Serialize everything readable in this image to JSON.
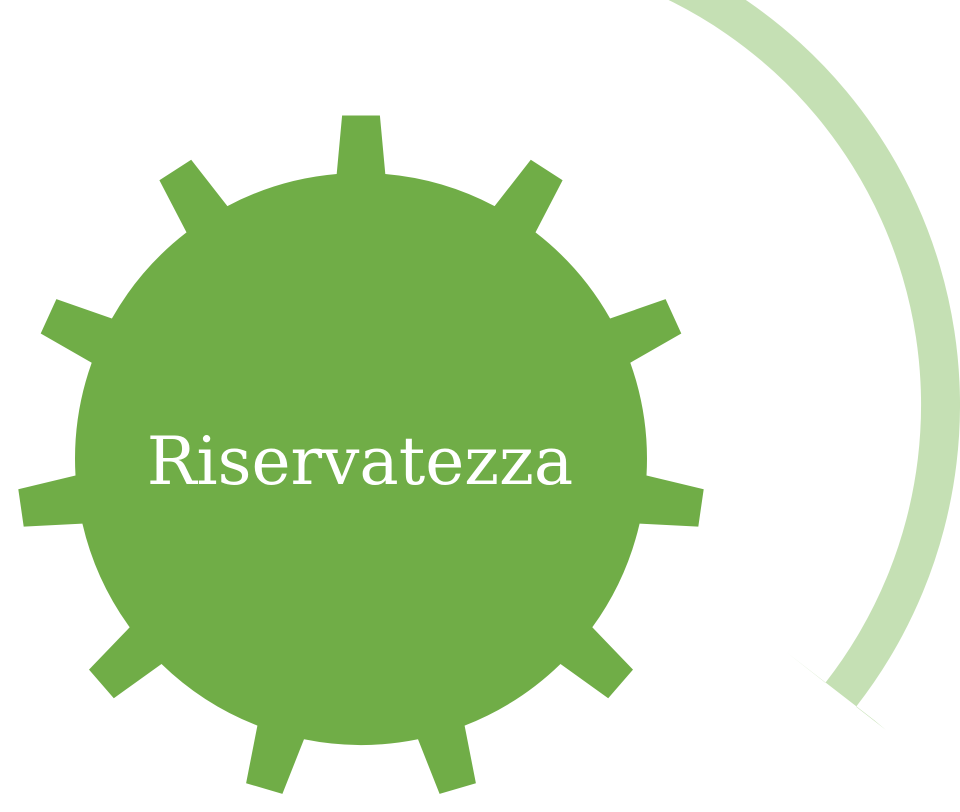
{
  "diagram": {
    "gear": {
      "label": "Riservatezza",
      "fill_color": "#70ad47",
      "tooth_count": 11
    },
    "arrow": {
      "color": "#c5e0b4",
      "direction": "clockwise"
    }
  }
}
